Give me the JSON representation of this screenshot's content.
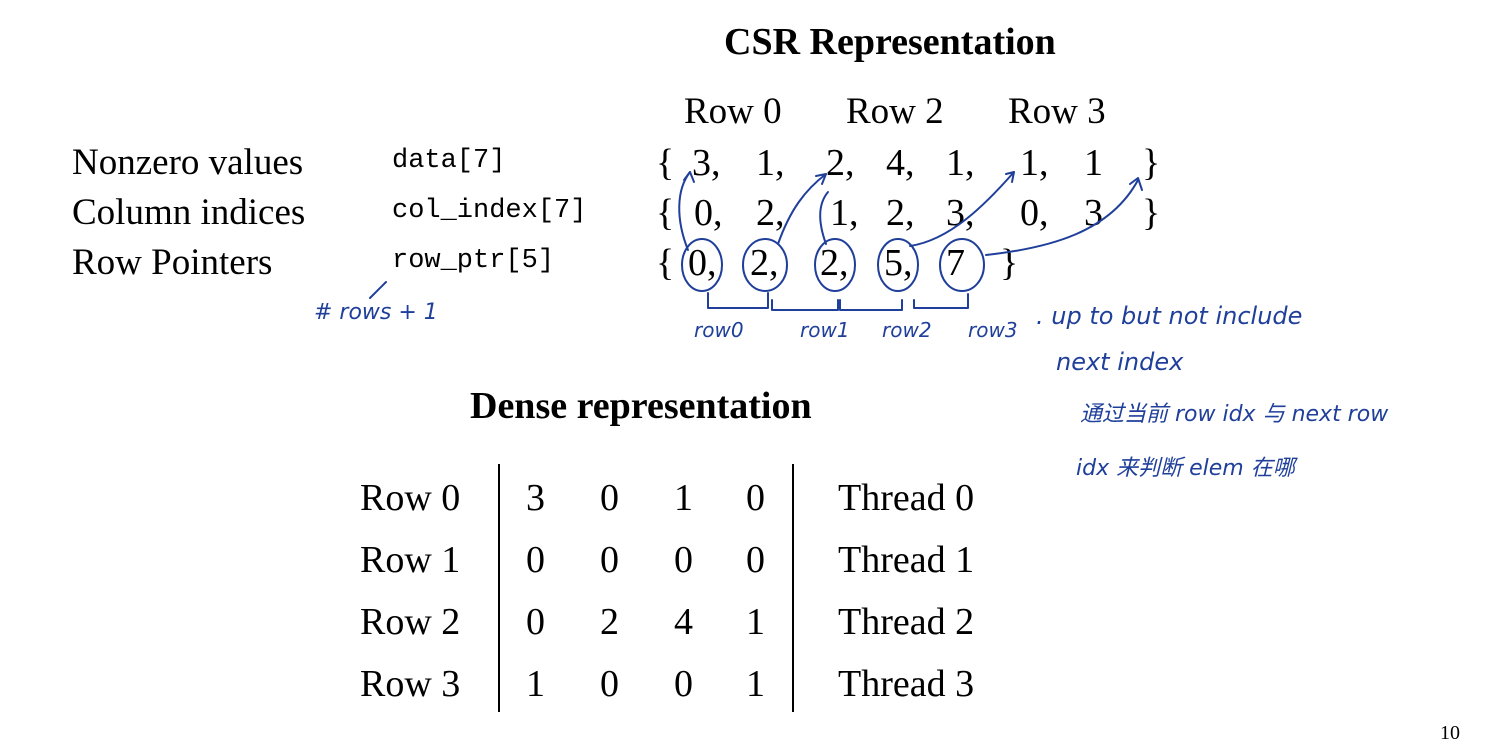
{
  "csr": {
    "title": "CSR Representation",
    "row_headers": [
      "Row 0",
      "Row 2",
      "Row 3"
    ],
    "labels": [
      "Nonzero values",
      "Column indices",
      "Row Pointers"
    ],
    "vars": [
      "data[7]",
      "col_index[7]",
      "row_ptr[5]"
    ],
    "data_vals": [
      "3,",
      "1,",
      "2,",
      "4,",
      "1,",
      "1,",
      "1"
    ],
    "col_vals": [
      "0,",
      "2,",
      "1,",
      "2,",
      "3,",
      "0,",
      "3"
    ],
    "row_ptr_vals": [
      "0,",
      "2,",
      "2,",
      "5,",
      "7"
    ]
  },
  "annotations": {
    "rows_plus_one": "# rows + 1",
    "row_labels": [
      "row0",
      "row1",
      "row2",
      "row3"
    ],
    "note_line1": ". up to but not include",
    "note_line2": "next index",
    "note_line3": "通过当前 row idx 与 next row",
    "note_line4": "idx 来判断 elem 在哪",
    "ink_color": "#1f3f9a"
  },
  "dense": {
    "title": "Dense representation",
    "rows": [
      {
        "label": "Row 0",
        "values": [
          "3",
          "0",
          "1",
          "0"
        ],
        "thread": "Thread 0"
      },
      {
        "label": "Row 1",
        "values": [
          "0",
          "0",
          "0",
          "0"
        ],
        "thread": "Thread 1"
      },
      {
        "label": "Row 2",
        "values": [
          "0",
          "2",
          "4",
          "1"
        ],
        "thread": "Thread 2"
      },
      {
        "label": "Row 3",
        "values": [
          "1",
          "0",
          "0",
          "1"
        ],
        "thread": "Thread 3"
      }
    ]
  },
  "page_number": "10"
}
